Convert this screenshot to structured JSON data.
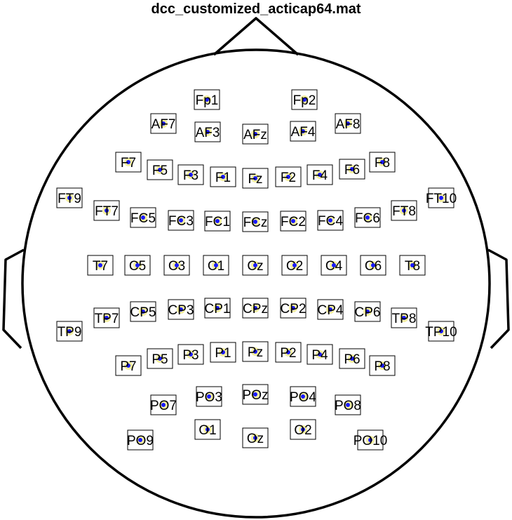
{
  "title": "dcc_customized_acticap64.mat",
  "colors": {
    "outline": "#000000",
    "marker": "#1a1aff",
    "marker_highlight": "#f5f0a0",
    "box": "#000000"
  },
  "electrodes": [
    {
      "label": "Fp1"
    },
    {
      "label": "Fp2"
    },
    {
      "label": "AF7"
    },
    {
      "label": "AF3"
    },
    {
      "label": "AFz"
    },
    {
      "label": "AF4"
    },
    {
      "label": "AF8"
    },
    {
      "label": "F7"
    },
    {
      "label": "F5"
    },
    {
      "label": "F3"
    },
    {
      "label": "F1"
    },
    {
      "label": "Fz"
    },
    {
      "label": "F2"
    },
    {
      "label": "F4"
    },
    {
      "label": "F6"
    },
    {
      "label": "F8"
    },
    {
      "label": "FT9"
    },
    {
      "label": "FT7"
    },
    {
      "label": "FC5"
    },
    {
      "label": "FC3"
    },
    {
      "label": "FC1"
    },
    {
      "label": "FCz"
    },
    {
      "label": "FC2"
    },
    {
      "label": "FC4"
    },
    {
      "label": "FC6"
    },
    {
      "label": "FT8"
    },
    {
      "label": "FT10"
    },
    {
      "label": "T7"
    },
    {
      "label": "C5"
    },
    {
      "label": "C3"
    },
    {
      "label": "C1"
    },
    {
      "label": "Cz"
    },
    {
      "label": "C2"
    },
    {
      "label": "C4"
    },
    {
      "label": "C6"
    },
    {
      "label": "T8"
    },
    {
      "label": "TP9"
    },
    {
      "label": "TP7"
    },
    {
      "label": "CP5"
    },
    {
      "label": "CP3"
    },
    {
      "label": "CP1"
    },
    {
      "label": "CPz"
    },
    {
      "label": "CP2"
    },
    {
      "label": "CP4"
    },
    {
      "label": "CP6"
    },
    {
      "label": "TP8"
    },
    {
      "label": "TP10"
    },
    {
      "label": "P7"
    },
    {
      "label": "P5"
    },
    {
      "label": "P3"
    },
    {
      "label": "P1"
    },
    {
      "label": "Pz"
    },
    {
      "label": "P2"
    },
    {
      "label": "P4"
    },
    {
      "label": "P6"
    },
    {
      "label": "P8"
    },
    {
      "label": "PO7"
    },
    {
      "label": "PO3"
    },
    {
      "label": "POz"
    },
    {
      "label": "PO4"
    },
    {
      "label": "PO8"
    },
    {
      "label": "PO9"
    },
    {
      "label": "O1"
    },
    {
      "label": "Oz"
    },
    {
      "label": "O2"
    },
    {
      "label": "PO10"
    }
  ]
}
